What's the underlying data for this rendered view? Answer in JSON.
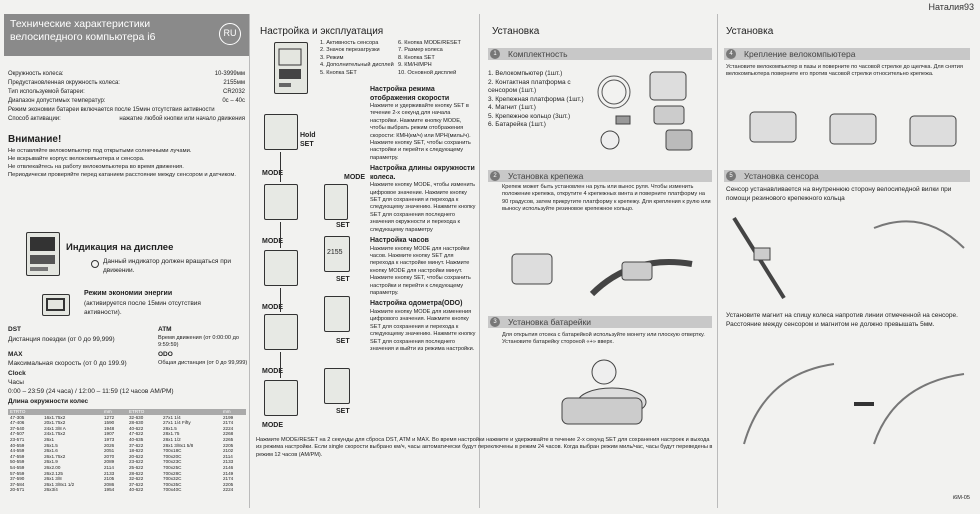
{
  "user_label": "Наталия93",
  "panel1": {
    "title": "Технические характеристики велосипедного компьютера i6",
    "badge": "RU",
    "specs": [
      {
        "k": "Окружность колеса:",
        "v": "10-3999мм"
      },
      {
        "k": "Предустановленная окружность колеса:",
        "v": "2155мм"
      },
      {
        "k": "Тип используемой батареи:",
        "v": "CR2032"
      },
      {
        "k": "Диапазон допустимых температур:",
        "v": "0с – 40с"
      },
      {
        "k": "Режим экономии батареи включается после 15мин отсутствия активности",
        "v": ""
      },
      {
        "k": "Способ активации:",
        "v": "нажатие любой кнопки или начало движения"
      }
    ],
    "warning_title": "Внимание!",
    "warnings": [
      "Не оставляйте велокомпьютер под открытыми солнечными лучами.",
      "Не вскрывайте корпус велокомпьютера и сенсора.",
      "Не отвлекайтесь на работу велокомпьютера во время движения.",
      "Периодически проверяйте перед катанием расстояние между сенсором и датчиком."
    ],
    "display_title": "Индикация на дисплее",
    "display_note": "Данный индикатор должен вращаться при движении.",
    "energy_title": "Режим экономии энергии",
    "energy_note": "(активируется после 15мин отсутствия активности).",
    "dst_label": "DST",
    "dst_desc": "Дистанция поездки (от 0 до 99,999)",
    "atm_label": "ATM",
    "atm_desc": "Время движения (от 0:00:00 до 9:59:59)",
    "max_label": "MAX",
    "max_desc": "Максимальная скорость (от 0 до 199.9)",
    "odo_label": "ODO",
    "odo_desc": "Общая дистанция (от 0 до 99,999)",
    "clock_label": "Clock",
    "clock_desc": "Часы",
    "clock_range": "0:00 – 23:59 (24 часа) / 12:00 – 11:59 (12 часов AM/PM)",
    "table_title": "Длина окружности колес",
    "table_headers": [
      "ETRTO",
      "",
      "mm",
      "ETRTO",
      "",
      "mm"
    ],
    "table_rows": [
      [
        "47-305",
        "16x1.75x2",
        "1272",
        "32-630",
        "27x1 1/4",
        "2199"
      ],
      [
        "47-406",
        "20x1.75x2",
        "1590",
        "28-630",
        "27x1 1/4 Fifty",
        "2174"
      ],
      [
        "37-540",
        "24x1 3/8 A",
        "1948",
        "40-622",
        "28x1.5",
        "2224"
      ],
      [
        "47-507",
        "24x1.75x2",
        "1907",
        "47-622",
        "28x1.75",
        "2268"
      ],
      [
        "23-571",
        "26x1",
        "1973",
        "40-635",
        "28x1 1/2",
        "2265"
      ],
      [
        "40-559",
        "26x1.5",
        "2026",
        "37-622",
        "28x1 3/8x1 5/8",
        "2205"
      ],
      [
        "44-559",
        "26x1.6",
        "2051",
        "18-622",
        "700x18C",
        "2102"
      ],
      [
        "47-559",
        "26x1.75x2",
        "2070",
        "20-622",
        "700x20C",
        "2114"
      ],
      [
        "50-559",
        "26x1.9",
        "2089",
        "23-622",
        "700x23C",
        "2133"
      ],
      [
        "54-559",
        "26x2.00",
        "2114",
        "25-622",
        "700x25C",
        "2146"
      ],
      [
        "57-559",
        "26x2.125",
        "2133",
        "28-622",
        "700x28C",
        "2149"
      ],
      [
        "37-590",
        "26x1 3/8",
        "2105",
        "32-622",
        "700x32C",
        "2174"
      ],
      [
        "37-584",
        "26x1 3/8x1 1/2",
        "2086",
        "37-622",
        "700x35C",
        "2205"
      ],
      [
        "20-571",
        "26x3/4",
        "1954",
        "40-622",
        "700x40C",
        "2224"
      ]
    ]
  },
  "panel2": {
    "title": "Настройка и эксплуатация",
    "legend_left": [
      "1. Активность сенсора",
      "2. Значок перезагрузки",
      "3. Режим",
      "4. Дополнительный дисплей",
      "5. Кнопка SET"
    ],
    "legend_right": [
      "6. Кнопка MODE/RESET",
      "7. Размер колеса",
      "8. Кнопка SET",
      "9. КМ/Н/МРН",
      "10. Основной дисплей"
    ],
    "speed_title": "Настройка режима отображения скорости",
    "speed_text": "Нажмите и удерживайте кнопку SET в течение 2-х секунд для начала настройки. Нажмите кнопку MODE, чтобы выбрать режим отображения скорости: КМН(км/ч) или МРН(миль/ч). Нажмите кнопку SET, чтобы сохранить настройки и перейти к следующему параметру.",
    "wheel_title": "Настройка длины окружности колеса.",
    "wheel_text": "Нажмите кнопку MODE, чтобы изменить цифровое значение. Нажмите кнопку SET для сохранения и перехода к следующему значению. Нажмите кнопку SET для сохранения последнего значения окружности и перехода к следующему параметру",
    "clock_title": "Настройка часов",
    "clock_text": "Нажмите кнопку MODE для настройки часов. Нажмите кнопку SET для перехода к настройке минут. Нажмите кнопку MODE для настройки минут. Нажмите кнопку SET, чтобы сохранить настройки и перейти к следующему параметру.",
    "odo_title": "Настройка одометра(ODO)",
    "odo_text": "Нажмите кнопку MODE для изменения цифрового значения. Нажмите кнопку SET для сохранения и перехода к следующему значению. Нажмите кнопку SET для сохранения последнего значения и выйти из режима настройки.",
    "footer": "Нажмите MODE/RESET на 2 секунды для сброса DST, ATM и MAX. Во время настройки нажмите и удерживайте в течение 2-х секунд SET для сохранения настроек и выхода из режима настройки. Если single скорости выбрано км/ч, часы автоматически будут переключены в режим 24 часов. Когда выбран режим миль/час, часы будут переведены в режим 12 часов (AM/PM).",
    "mode_label": "MODE",
    "set_label": "SET",
    "hold_label": "Hold",
    "wheel_value": "2155"
  },
  "panel3": {
    "title": "Установка",
    "box1": "Комплектность",
    "items": [
      "1. Велокомпьютер (1шт.)",
      "2. Контактная платформа с сенсором (1шт.)",
      "3. Крепежная платформа (1шт.)",
      "4. Магнит (1шт.)",
      "5. Крепежное кольцо (3шт.)",
      "6. Батарейка (1шт.)"
    ],
    "box2": "Установка крепежа",
    "mount_text": "Крепеж может быть установлен на руль или вынос руля. Чтобы изменить положение крепежа, открутите 4 крепежных винта и поверните платформу на 90 градусов, затем прикрутите платформу к крепежу. Для крепления к рулю или выносу используйте резиновое крепежное кольцо.",
    "box3": "Установка батарейки",
    "battery_text": "Для открытия отсека с батарейкой используйте монету или плоскую отвертку. Установите батарейку стороной «+» вверх."
  },
  "panel4": {
    "title": "Установка",
    "box4": "Крепление велокомпьютера",
    "attach_text": "Установите велокомпьютер в пазы и поверните по часовой стрелке до щелчка. Для снятия велокомпьютера поверните его против часовой стрелки относительно крепежа.",
    "box5": "Установка сенсора",
    "sensor_text": "Сенсор устанавливается на внутреннюю сторону велосипедной вилки при помощи резинового крепежного кольца",
    "magnet_text": "Установите магнит на спицу колеса напротив линии отмеченной на сенсоре. Расстояние между сенсором и магнитом не должно превышать 5мм.",
    "model": "i6M-05"
  }
}
